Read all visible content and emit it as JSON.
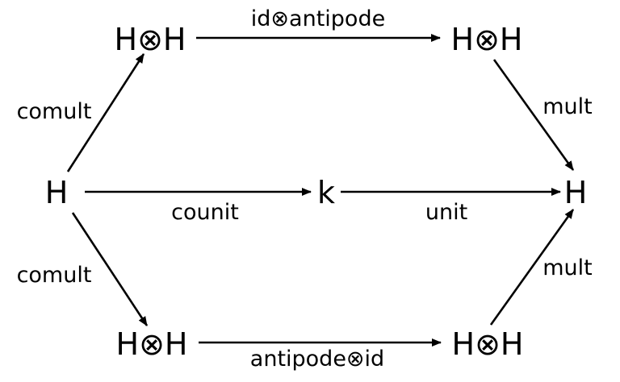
{
  "diagram": {
    "nodes": {
      "h_left": "H",
      "hh_top_left": "H⊗H",
      "hh_top_right": "H⊗H",
      "k_center": "k",
      "h_right": "H",
      "hh_bottom_left": "H⊗H",
      "hh_bottom_right": "H⊗H"
    },
    "labels": {
      "top": "id⊗antipode",
      "upper_left": "comult",
      "upper_right": "mult",
      "counit": "counit",
      "unit": "unit",
      "lower_left": "comult",
      "lower_right": "mult",
      "bottom": "antipode⊗id"
    }
  }
}
